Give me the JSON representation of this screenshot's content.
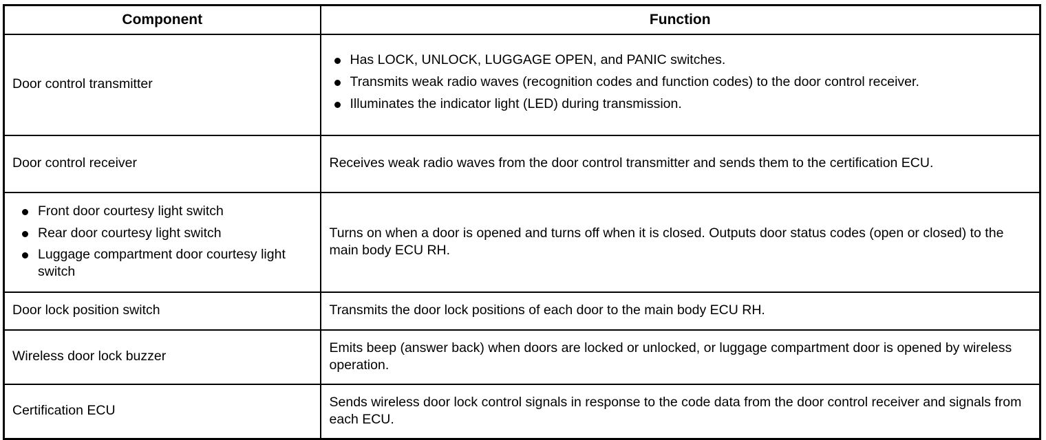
{
  "table": {
    "headers": {
      "component": "Component",
      "function": "Function"
    },
    "rows": [
      {
        "component": {
          "type": "text",
          "text": "Door control transmitter"
        },
        "function": {
          "type": "bullets",
          "items": [
            "Has LOCK, UNLOCK, LUGGAGE OPEN, and PANIC switches.",
            "Transmits weak radio waves (recognition codes and function codes) to the door control receiver.",
            "Illuminates the indicator light (LED) during transmission."
          ]
        }
      },
      {
        "component": {
          "type": "text",
          "text": "Door control receiver"
        },
        "function": {
          "type": "text",
          "text": "Receives weak radio waves from the door control transmitter and sends them to the certification ECU."
        }
      },
      {
        "component": {
          "type": "bullets",
          "items": [
            "Front door courtesy light switch",
            "Rear door courtesy light switch",
            "Luggage compartment door courtesy light switch"
          ]
        },
        "function": {
          "type": "text",
          "text": "Turns on when a door is opened and turns off when it is closed. Outputs door status codes (open or closed) to the main body ECU RH."
        }
      },
      {
        "component": {
          "type": "text",
          "text": "Door lock position switch"
        },
        "function": {
          "type": "text",
          "text": "Transmits the door lock positions of each door to the main body ECU RH."
        }
      },
      {
        "component": {
          "type": "text",
          "text": "Wireless door lock buzzer"
        },
        "function": {
          "type": "text",
          "text": "Emits beep (answer back) when doors are locked or unlocked, or luggage compartment door is opened by wireless operation."
        }
      },
      {
        "component": {
          "type": "text",
          "text": "Certification ECU"
        },
        "function": {
          "type": "text",
          "text": "Sends wireless door lock control signals in response to the code data from the door control receiver and signals from each ECU."
        }
      }
    ]
  },
  "colors": {
    "border": "#000000",
    "text": "#000000",
    "background": "#ffffff"
  }
}
